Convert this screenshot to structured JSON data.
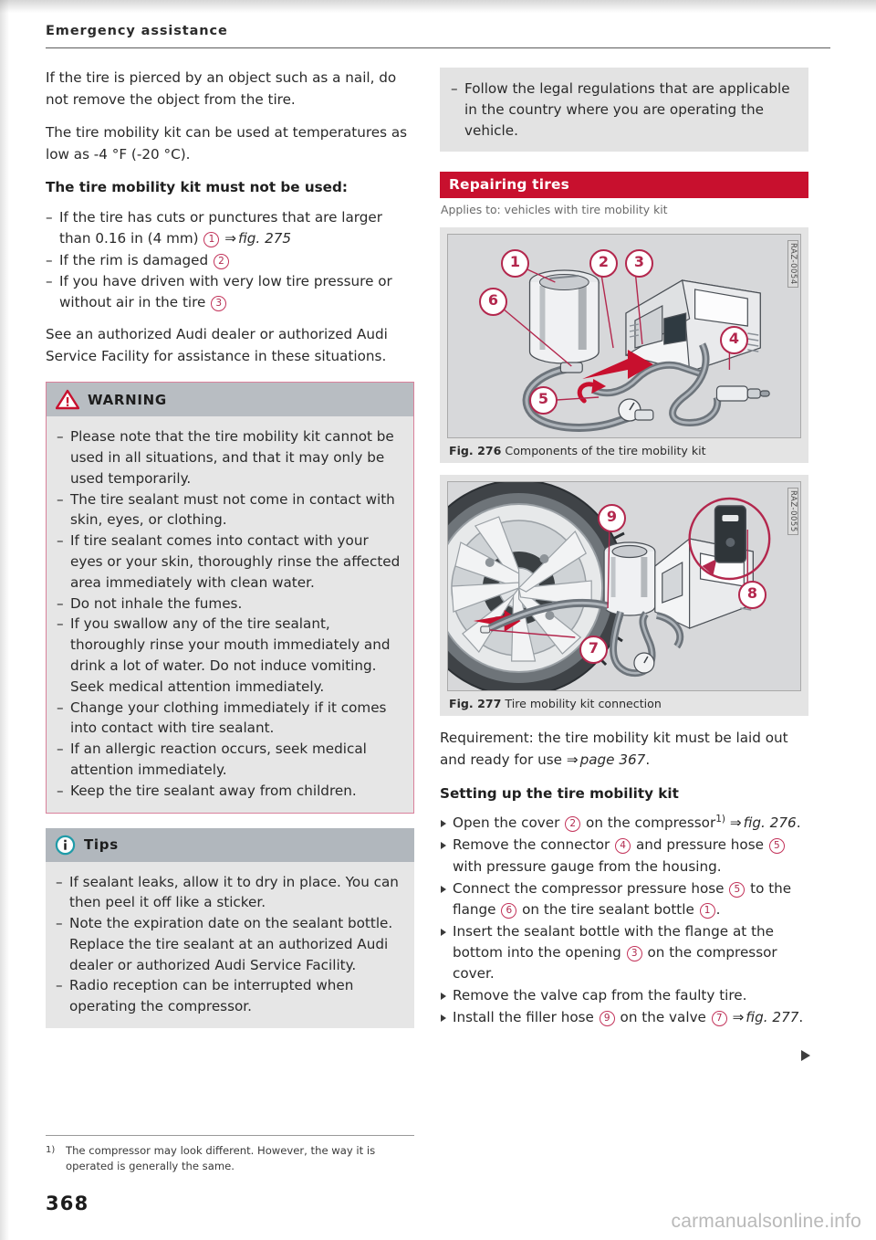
{
  "page": {
    "running_head": "Emergency assistance",
    "folio": "368",
    "watermark": "carmanualsonline.info",
    "continuation_marker": "▶"
  },
  "left_column": {
    "paragraphs": [
      "If the tire is pierced by an object such as a nail, do not remove the object from the tire.",
      "The tire mobility kit can be used at temperatures as low as -4 °F (-20 °C)."
    ],
    "subheading": "The tire mobility kit must not be used:",
    "must_not_use": [
      {
        "pre": "If the tire has cuts or punctures that are larger than 0.16 in (4 mm) ",
        "num": "1",
        "post": "",
        "xref": "fig. 275"
      },
      {
        "pre": "If the rim is damaged ",
        "num": "2",
        "post": "",
        "xref": ""
      },
      {
        "pre": "If you have driven with very low tire pressure or without air in the tire ",
        "num": "3",
        "post": "",
        "xref": ""
      }
    ],
    "closing_paragraph": "See an authorized Audi dealer or authorized Audi Service Facility for assistance in these situations.",
    "warning": {
      "icon": "warning-triangle-icon",
      "title": "WARNING",
      "items": [
        "Please note that the tire mobility kit cannot be used in all situations, and that it may only be used temporarily.",
        "The tire sealant must not come in contact with skin, eyes, or clothing.",
        "If tire sealant comes into contact with your eyes or your skin, thoroughly rinse the affected area immediately with clean water.",
        "Do not inhale the fumes.",
        "If you swallow any of the tire sealant, thoroughly rinse your mouth immediately and drink a lot of water. Do not induce vomiting. Seek medical attention immediately.",
        "Change your clothing immediately if it comes into contact with tire sealant.",
        "If an allergic reaction occurs, seek medical attention immediately.",
        "Keep the tire sealant away from children."
      ]
    },
    "tips": {
      "icon": "info-circle-icon",
      "title": "Tips",
      "items": [
        "If sealant leaks, allow it to dry in place. You can then peel it off like a sticker.",
        "Note the expiration date on the sealant bottle. Replace the tire sealant at an authorized Audi dealer or authorized Audi Service Facility.",
        "Radio reception can be interrupted when operating the compressor."
      ]
    },
    "footnote": {
      "marker": "1)",
      "text": "The compressor may look different. However, the way it is operated is generally the same."
    }
  },
  "right_column": {
    "note_box_items": [
      "Follow the legal regulations that are applicable in the country where you are operating the vehicle."
    ],
    "section": {
      "title": "Repairing tires",
      "applies_to": "Applies to: vehicles with tire mobility kit",
      "accent_color": "#c8102e"
    },
    "figures": [
      {
        "number": "Fig. 276",
        "caption": "Components of the tire mobility kit",
        "side_code": "RAZ-0054",
        "callouts": [
          "1",
          "2",
          "3",
          "4",
          "5",
          "6"
        ]
      },
      {
        "number": "Fig. 277",
        "caption": "Tire mobility kit connection",
        "side_code": "RAZ-0055",
        "callouts": [
          "7",
          "8",
          "9"
        ]
      }
    ],
    "requirement": {
      "pre": "Requirement: the tire mobility kit must be laid out and ready for use ",
      "xref": "page 367",
      "post": "."
    },
    "subheading": "Setting up the tire mobility kit",
    "steps": [
      {
        "segments": [
          {
            "t": "text",
            "v": "Open the cover "
          },
          {
            "t": "num",
            "v": "2"
          },
          {
            "t": "text",
            "v": " on the compressor"
          },
          {
            "t": "sup",
            "v": "1)"
          },
          {
            "t": "xref",
            "v": "fig. 276"
          },
          {
            "t": "text",
            "v": "."
          }
        ]
      },
      {
        "segments": [
          {
            "t": "text",
            "v": "Remove the connector "
          },
          {
            "t": "num",
            "v": "4"
          },
          {
            "t": "text",
            "v": " and pressure hose "
          },
          {
            "t": "num",
            "v": "5"
          },
          {
            "t": "text",
            "v": " with pressure gauge from the housing."
          }
        ]
      },
      {
        "segments": [
          {
            "t": "text",
            "v": "Connect the compressor pressure hose "
          },
          {
            "t": "num",
            "v": "5"
          },
          {
            "t": "text",
            "v": " to the flange "
          },
          {
            "t": "num",
            "v": "6"
          },
          {
            "t": "text",
            "v": " on the tire sealant bottle "
          },
          {
            "t": "num",
            "v": "1"
          },
          {
            "t": "text",
            "v": "."
          }
        ]
      },
      {
        "segments": [
          {
            "t": "text",
            "v": "Insert the sealant bottle with the flange at the bottom into the opening "
          },
          {
            "t": "num",
            "v": "3"
          },
          {
            "t": "text",
            "v": " on the compressor cover."
          }
        ]
      },
      {
        "segments": [
          {
            "t": "text",
            "v": "Remove the valve cap from the faulty tire."
          }
        ]
      },
      {
        "segments": [
          {
            "t": "text",
            "v": "Install the filler hose "
          },
          {
            "t": "num",
            "v": "9"
          },
          {
            "t": "text",
            "v": " on the valve "
          },
          {
            "t": "num",
            "v": "7"
          },
          {
            "t": "xref",
            "v": "fig. 277"
          },
          {
            "t": "text",
            "v": "."
          }
        ]
      }
    ]
  }
}
